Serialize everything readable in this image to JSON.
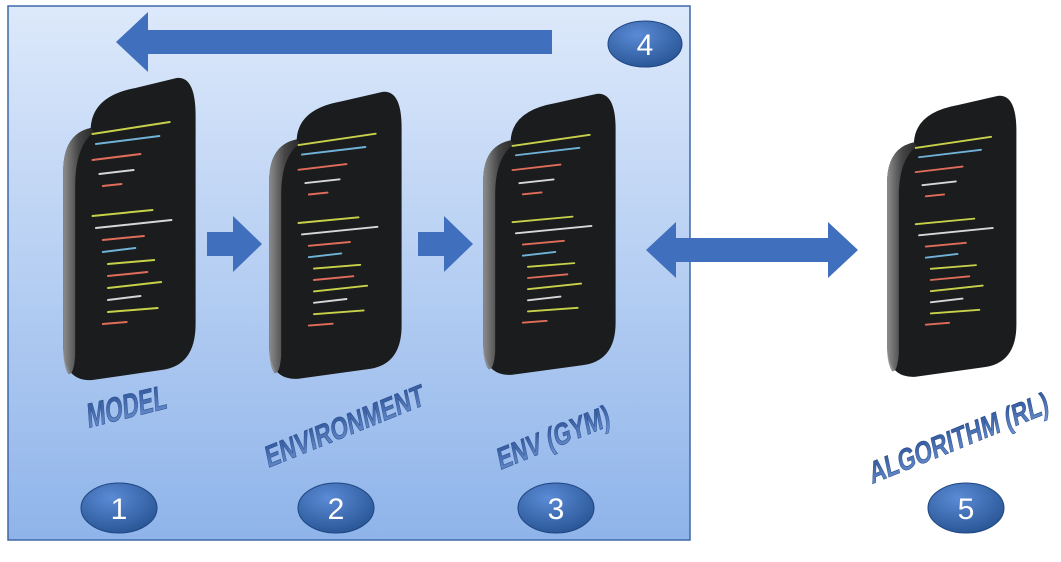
{
  "panels": [
    {
      "id": "model",
      "label": "MODEL",
      "badge": "1"
    },
    {
      "id": "environment",
      "label": "ENVIRONMENT",
      "badge": "2"
    },
    {
      "id": "env-gym",
      "label": "ENV (GYM)",
      "badge": "3"
    },
    {
      "id": "algorithm",
      "label": "ALGORITHM (RL)",
      "badge": "5"
    }
  ],
  "loop_badge": "4",
  "colors": {
    "box_fill_top": "#dde9fb",
    "box_fill_bottom": "#8fb4ea",
    "box_border": "#3d68a8",
    "arrow": "#3f6fbd",
    "badge": "#2f5fa6",
    "badge_text": "#ffffff",
    "label": "#3e63a6",
    "screen": "#1b1c1d"
  },
  "icons": [
    "code-screen-icon",
    "right-arrow-icon",
    "left-arrow-icon",
    "double-arrow-icon"
  ]
}
